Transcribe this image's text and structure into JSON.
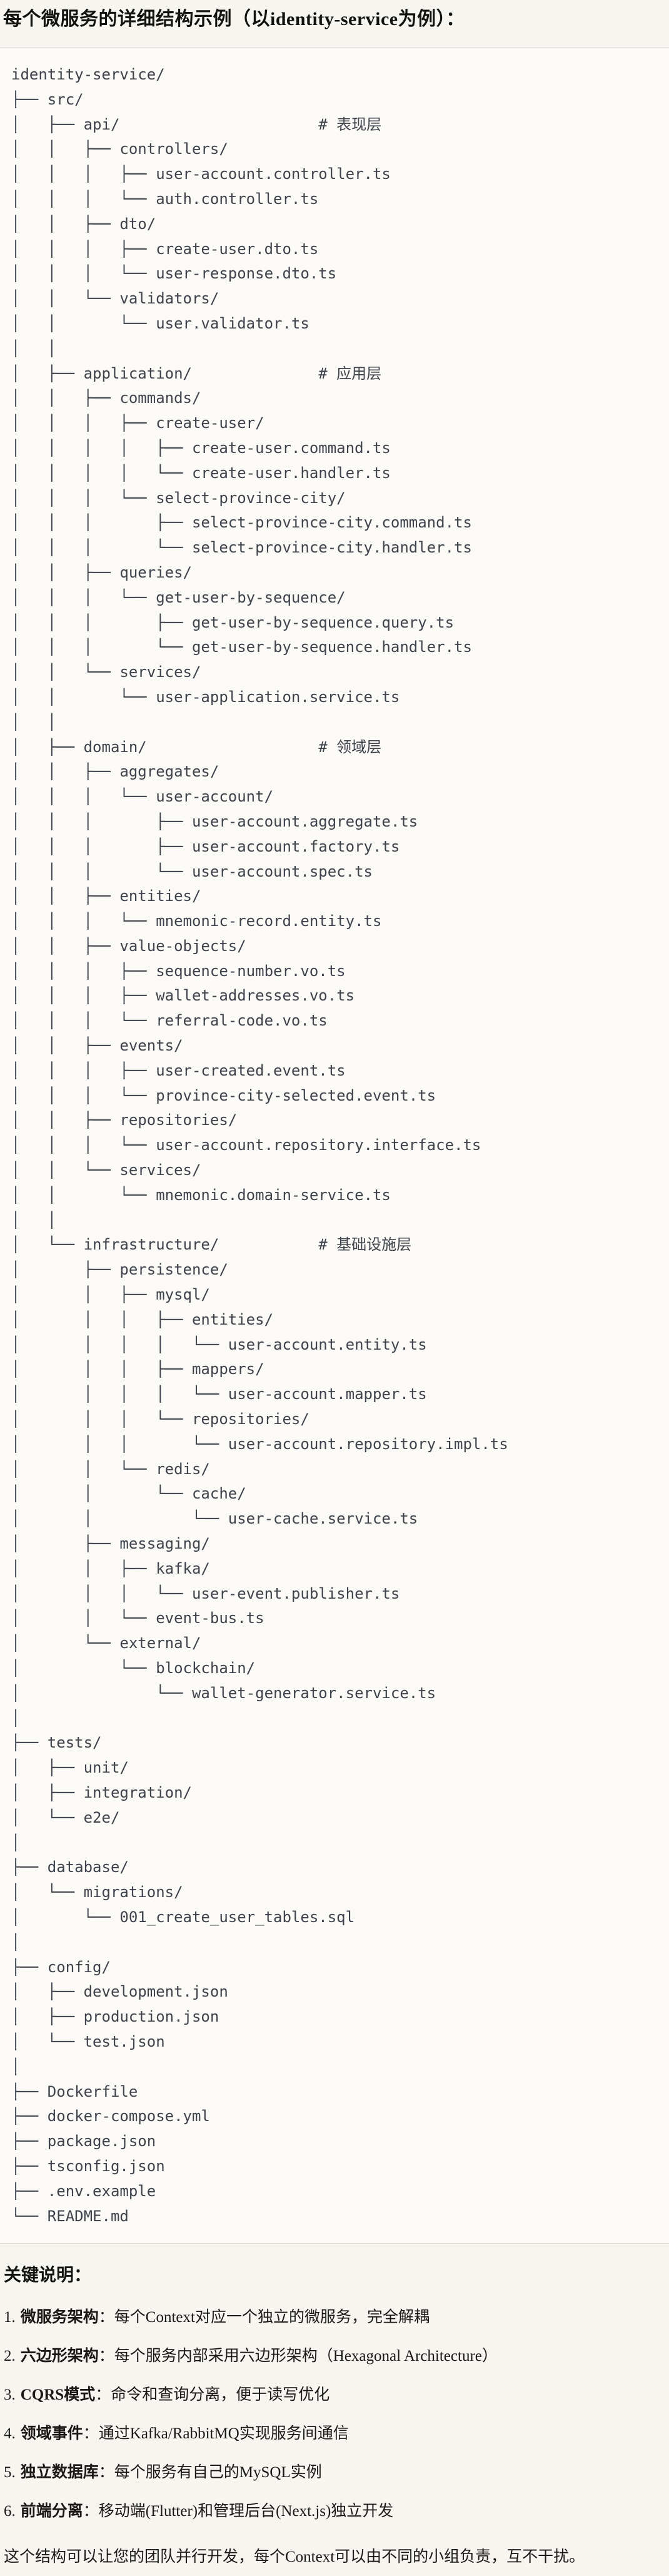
{
  "title": "每个微服务的详细结构示例（以identity-service为例）：",
  "tree": {
    "lines": [
      "identity-service/",
      "├── src/",
      "│   ├── api/                      # 表现层",
      "│   │   ├── controllers/",
      "│   │   │   ├── user-account.controller.ts",
      "│   │   │   └── auth.controller.ts",
      "│   │   ├── dto/",
      "│   │   │   ├── create-user.dto.ts",
      "│   │   │   └── user-response.dto.ts",
      "│   │   └── validators/",
      "│   │       └── user.validator.ts",
      "│   │",
      "│   ├── application/              # 应用层",
      "│   │   ├── commands/",
      "│   │   │   ├── create-user/",
      "│   │   │   │   ├── create-user.command.ts",
      "│   │   │   │   └── create-user.handler.ts",
      "│   │   │   └── select-province-city/",
      "│   │   │       ├── select-province-city.command.ts",
      "│   │   │       └── select-province-city.handler.ts",
      "│   │   ├── queries/",
      "│   │   │   └── get-user-by-sequence/",
      "│   │   │       ├── get-user-by-sequence.query.ts",
      "│   │   │       └── get-user-by-sequence.handler.ts",
      "│   │   └── services/",
      "│   │       └── user-application.service.ts",
      "│   │",
      "│   ├── domain/                   # 领域层",
      "│   │   ├── aggregates/",
      "│   │   │   └── user-account/",
      "│   │   │       ├── user-account.aggregate.ts",
      "│   │   │       ├── user-account.factory.ts",
      "│   │   │       └── user-account.spec.ts",
      "│   │   ├── entities/",
      "│   │   │   └── mnemonic-record.entity.ts",
      "│   │   ├── value-objects/",
      "│   │   │   ├── sequence-number.vo.ts",
      "│   │   │   ├── wallet-addresses.vo.ts",
      "│   │   │   └── referral-code.vo.ts",
      "│   │   ├── events/",
      "│   │   │   ├── user-created.event.ts",
      "│   │   │   └── province-city-selected.event.ts",
      "│   │   ├── repositories/",
      "│   │   │   └── user-account.repository.interface.ts",
      "│   │   └── services/",
      "│   │       └── mnemonic.domain-service.ts",
      "│   │",
      "│   └── infrastructure/           # 基础设施层",
      "│       ├── persistence/",
      "│       │   ├── mysql/",
      "│       │   │   ├── entities/",
      "│       │   │   │   └── user-account.entity.ts",
      "│       │   │   ├── mappers/",
      "│       │   │   │   └── user-account.mapper.ts",
      "│       │   │   └── repositories/",
      "│       │   │       └── user-account.repository.impl.ts",
      "│       │   └── redis/",
      "│       │       └── cache/",
      "│       │           └── user-cache.service.ts",
      "│       ├── messaging/",
      "│       │   ├── kafka/",
      "│       │   │   └── user-event.publisher.ts",
      "│       │   └── event-bus.ts",
      "│       └── external/",
      "│           └── blockchain/",
      "│               └── wallet-generator.service.ts",
      "│",
      "├── tests/",
      "│   ├── unit/",
      "│   ├── integration/",
      "│   └── e2e/",
      "│",
      "├── database/",
      "│   └── migrations/",
      "│       └── 001_create_user_tables.sql",
      "│",
      "├── config/",
      "│   ├── development.json",
      "│   ├── production.json",
      "│   └── test.json",
      "│",
      "├── Dockerfile",
      "├── docker-compose.yml",
      "├── package.json",
      "├── tsconfig.json",
      "├── .env.example",
      "└── README.md"
    ]
  },
  "notes": {
    "heading": "关键说明：",
    "items": [
      {
        "num": "1.",
        "term": "微服务架构",
        "colon": "：",
        "text": "每个Context对应一个独立的微服务，完全解耦"
      },
      {
        "num": "2.",
        "term": "六边形架构",
        "colon": "：",
        "text": "每个服务内部采用六边形架构（Hexagonal Architecture）"
      },
      {
        "num": "3.",
        "term": "CQRS模式",
        "colon": "：",
        "text": "命令和查询分离，便于读写优化"
      },
      {
        "num": "4.",
        "term": "领域事件",
        "colon": "：",
        "text": "通过Kafka/RabbitMQ实现服务间通信"
      },
      {
        "num": "5.",
        "term": "独立数据库",
        "colon": "：",
        "text": "每个服务有自己的MySQL实例"
      },
      {
        "num": "6.",
        "term": "前端分离",
        "colon": "：",
        "text": "移动端(Flutter)和管理后台(Next.js)独立开发"
      }
    ],
    "footer": "这个结构可以让您的团队并行开发，每个Context可以由不同的小组负责，互不干扰。"
  },
  "colors": {
    "page_background": "#f7f5ef",
    "code_background": "#fbfaf7",
    "code_border": "#dedbd3",
    "tree_text": "#3e434c",
    "heading_text": "#131312"
  }
}
